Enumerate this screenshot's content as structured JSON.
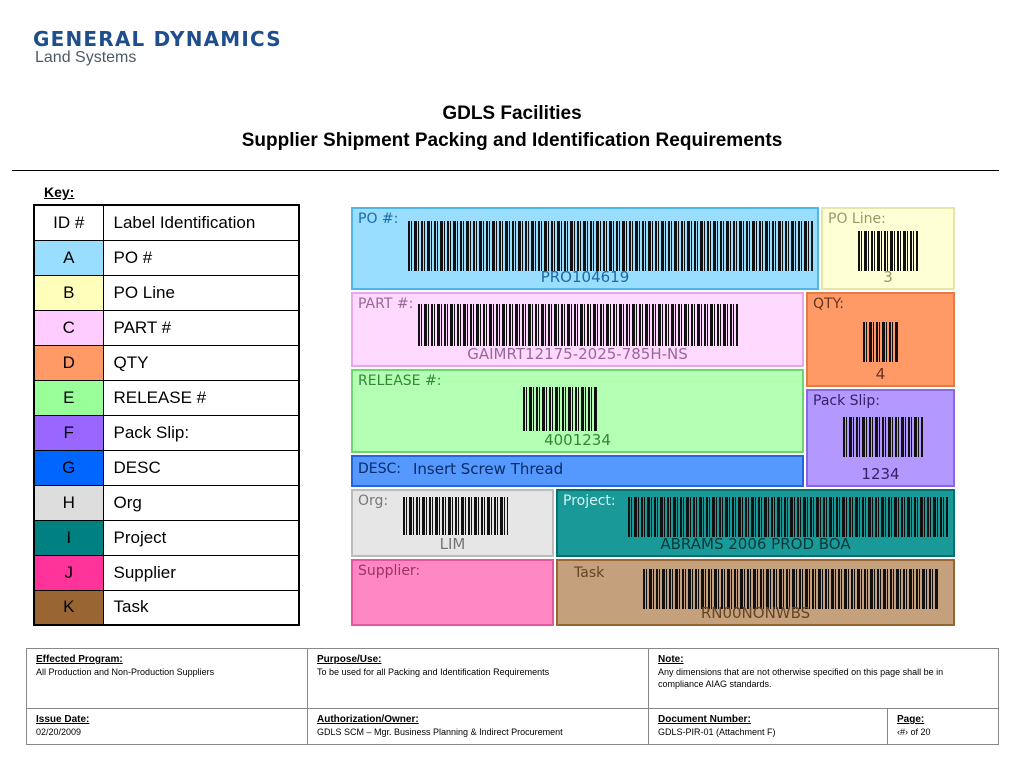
{
  "logo": {
    "main": "GENERAL DYNAMICS",
    "sub": "Land Systems"
  },
  "title": {
    "line1": "GDLS Facilities",
    "line2": "Supplier Shipment Packing and Identification Requirements"
  },
  "key": {
    "label": "Key:",
    "header": {
      "id": "ID #",
      "label": "Label Identification"
    },
    "rows": [
      {
        "id": "A",
        "label": "PO #",
        "color": "#99ddff"
      },
      {
        "id": "B",
        "label": "PO Line",
        "color": "#ffffbb"
      },
      {
        "id": "C",
        "label": "PART #",
        "color": "#ffccff"
      },
      {
        "id": "D",
        "label": "QTY",
        "color": "#ff9966"
      },
      {
        "id": "E",
        "label": "RELEASE #",
        "color": "#99ff99"
      },
      {
        "id": "F",
        "label": "Pack Slip:",
        "color": "#9966ff"
      },
      {
        "id": "G",
        "label": "DESC",
        "color": "#0066ff"
      },
      {
        "id": "H",
        "label": "Org",
        "color": "#dddddd"
      },
      {
        "id": "I",
        "label": "Project",
        "color": "#008080"
      },
      {
        "id": "J",
        "label": "Supplier",
        "color": "#ff3399"
      },
      {
        "id": "K",
        "label": "Task",
        "color": "#996633"
      }
    ]
  },
  "label_sample": {
    "po": {
      "title": "PO #:",
      "value": "PRO104619"
    },
    "po_line": {
      "title": "PO Line:",
      "value": "3"
    },
    "part": {
      "title": "PART #:",
      "value": "GAIMRT12175-2025-785H-NS"
    },
    "qty": {
      "title": "QTY:",
      "value": "4"
    },
    "release": {
      "title": "RELEASE #:",
      "value": "4001234"
    },
    "pack_slip": {
      "title": "Pack Slip:",
      "value": "1234"
    },
    "desc": {
      "title": "DESC:",
      "value": "Insert Screw Thread"
    },
    "org": {
      "title": "Org:",
      "value": "LIM"
    },
    "project": {
      "title": "Project:",
      "value": "ABRAMS 2006 PROD BOA"
    },
    "supplier": {
      "title": "Supplier:"
    },
    "task": {
      "title": "Task",
      "value": "RN00NONWBS"
    }
  },
  "footer": {
    "effected_program": {
      "heading": "Effected Program:",
      "text": "All Production and Non-Production Suppliers"
    },
    "purpose": {
      "heading": "Purpose/Use:",
      "text": "To be used for all Packing and Identification Requirements"
    },
    "note": {
      "heading": "Note:",
      "text": "Any dimensions that are not otherwise specified on this page shall be in compliance AIAG standards."
    },
    "issue_date": {
      "heading": "Issue Date:",
      "text": "02/20/2009"
    },
    "authorization": {
      "heading": "Authorization/Owner:",
      "text": "GDLS SCM – Mgr. Business Planning & Indirect Procurement"
    },
    "document_number": {
      "heading": "Document Number:",
      "text": "GDLS-PIR-01 (Attachment F)"
    },
    "page": {
      "heading": "Page:",
      "text": "‹#› of 20"
    }
  }
}
